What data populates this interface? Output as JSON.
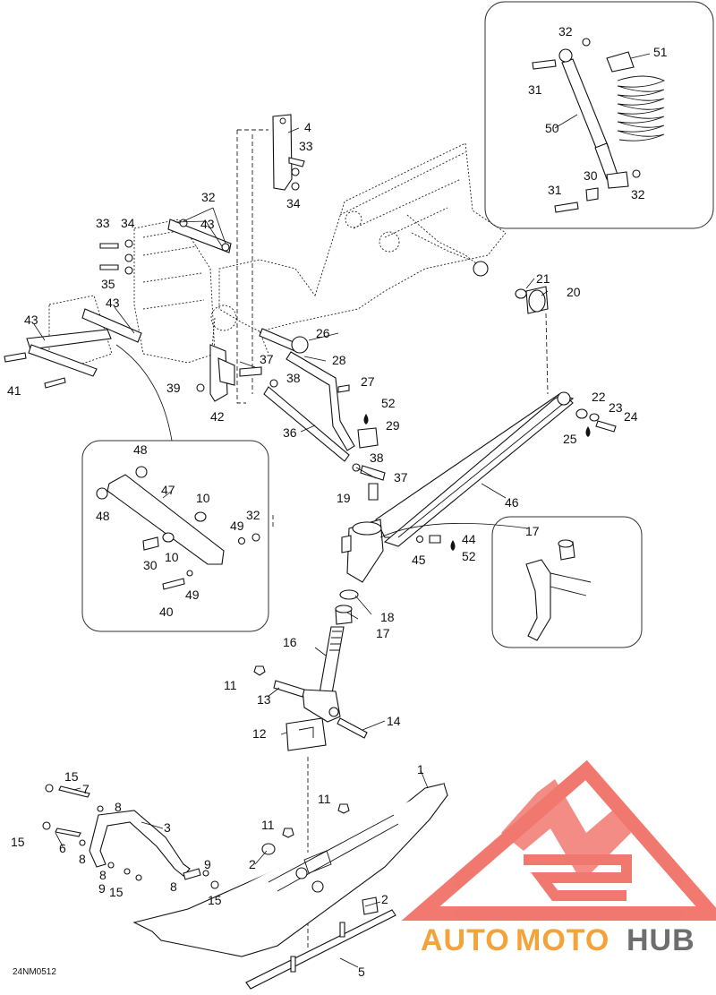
{
  "diagram_code": "24NM0512",
  "watermark": {
    "brand_part1": "AUTO",
    "brand_part2": "MOTO",
    "brand_part3": "HUB",
    "color_orange": "#f2a33a",
    "color_red": "#f06a5f",
    "color_gray": "#6e6e6e"
  },
  "callouts": [
    {
      "n": "1"
    },
    {
      "n": "2"
    },
    {
      "n": "2"
    },
    {
      "n": "3"
    },
    {
      "n": "4"
    },
    {
      "n": "5"
    },
    {
      "n": "6"
    },
    {
      "n": "7"
    },
    {
      "n": "8"
    },
    {
      "n": "8"
    },
    {
      "n": "8"
    },
    {
      "n": "8"
    },
    {
      "n": "9"
    },
    {
      "n": "9"
    },
    {
      "n": "10"
    },
    {
      "n": "10"
    },
    {
      "n": "11"
    },
    {
      "n": "11"
    },
    {
      "n": "11"
    },
    {
      "n": "12"
    },
    {
      "n": "13"
    },
    {
      "n": "14"
    },
    {
      "n": "15"
    },
    {
      "n": "15"
    },
    {
      "n": "15"
    },
    {
      "n": "15"
    },
    {
      "n": "16"
    },
    {
      "n": "17"
    },
    {
      "n": "17"
    },
    {
      "n": "18"
    },
    {
      "n": "19"
    },
    {
      "n": "20"
    },
    {
      "n": "21"
    },
    {
      "n": "22"
    },
    {
      "n": "23"
    },
    {
      "n": "24"
    },
    {
      "n": "25"
    },
    {
      "n": "26"
    },
    {
      "n": "27"
    },
    {
      "n": "28"
    },
    {
      "n": "29"
    },
    {
      "n": "30"
    },
    {
      "n": "30"
    },
    {
      "n": "31"
    },
    {
      "n": "31"
    },
    {
      "n": "32"
    },
    {
      "n": "32"
    },
    {
      "n": "32"
    },
    {
      "n": "32"
    },
    {
      "n": "33"
    },
    {
      "n": "33"
    },
    {
      "n": "34"
    },
    {
      "n": "34"
    },
    {
      "n": "35"
    },
    {
      "n": "36"
    },
    {
      "n": "37"
    },
    {
      "n": "37"
    },
    {
      "n": "38"
    },
    {
      "n": "38"
    },
    {
      "n": "39"
    },
    {
      "n": "40"
    },
    {
      "n": "41"
    },
    {
      "n": "42"
    },
    {
      "n": "43"
    },
    {
      "n": "43"
    },
    {
      "n": "43"
    },
    {
      "n": "44"
    },
    {
      "n": "45"
    },
    {
      "n": "46"
    },
    {
      "n": "47"
    },
    {
      "n": "48"
    },
    {
      "n": "48"
    },
    {
      "n": "49"
    },
    {
      "n": "49"
    },
    {
      "n": "50"
    },
    {
      "n": "51"
    },
    {
      "n": "52"
    },
    {
      "n": "52"
    }
  ]
}
